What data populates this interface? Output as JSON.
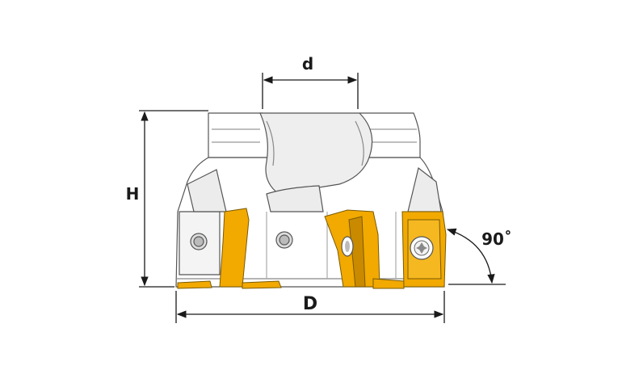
{
  "drawing": {
    "labels": {
      "bore_diameter": "d",
      "height": "H",
      "cutting_diameter": "D",
      "entering_angle": "90˚"
    },
    "colors": {
      "body_outline": "#555555",
      "body_fill": "#ffffff",
      "body_shade": "#e9e9e9",
      "insert": "#f2a900",
      "insert_dark": "#c98a00",
      "dimension_line": "#1a1a1a"
    },
    "icons": [
      "torx-screw-icon",
      "clamp-screw-icon"
    ]
  }
}
